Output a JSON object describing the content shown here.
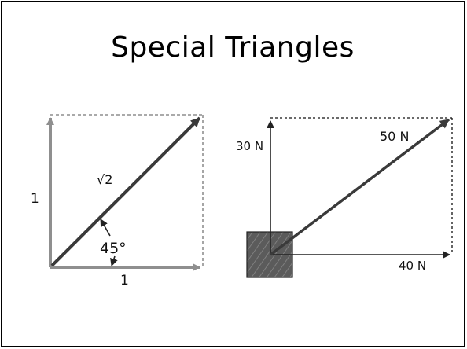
{
  "slide": {
    "title": "Special Triangles"
  },
  "left_diagram": {
    "side_vertical": "1",
    "side_horizontal": "1",
    "hypotenuse": "√2",
    "angle": "45°",
    "colors": {
      "sides": "#8f8f8f",
      "hypotenuse": "#3a3a3a",
      "dashed": "#777777"
    }
  },
  "right_diagram": {
    "vertical_force": "30 N",
    "horizontal_force": "40 N",
    "resultant_force": "50 N",
    "colors": {
      "box": "#555555",
      "arrows": "#222222",
      "dashed": "#111111"
    }
  }
}
